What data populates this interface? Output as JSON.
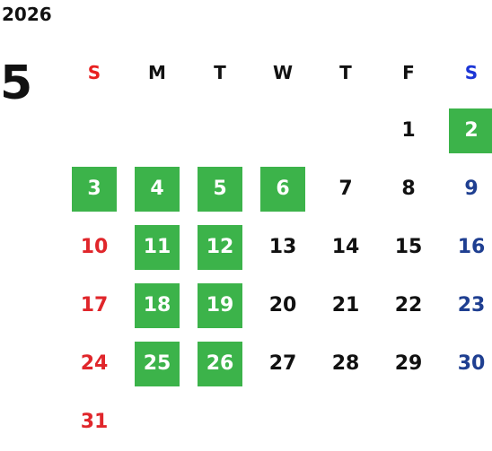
{
  "calendar": {
    "year": "2026",
    "month": "5",
    "weekdays": [
      "S",
      "M",
      "T",
      "W",
      "T",
      "F",
      "S"
    ],
    "first_weekday_index": 5,
    "days": [
      "1",
      "2",
      "3",
      "4",
      "5",
      "6",
      "7",
      "8",
      "9",
      "10",
      "11",
      "12",
      "13",
      "14",
      "15",
      "16",
      "17",
      "18",
      "19",
      "20",
      "21",
      "22",
      "23",
      "24",
      "25",
      "26",
      "27",
      "28",
      "29",
      "30",
      "31"
    ],
    "highlighted_days": [
      "2",
      "3",
      "4",
      "5",
      "6",
      "11",
      "12",
      "18",
      "19",
      "25",
      "26"
    ],
    "colors": {
      "highlight_bg": "#3cb34a",
      "highlight_text": "#ffffff",
      "sunday": "#e0262b",
      "saturday": "#1f3f91",
      "weekday": "#111111"
    }
  }
}
